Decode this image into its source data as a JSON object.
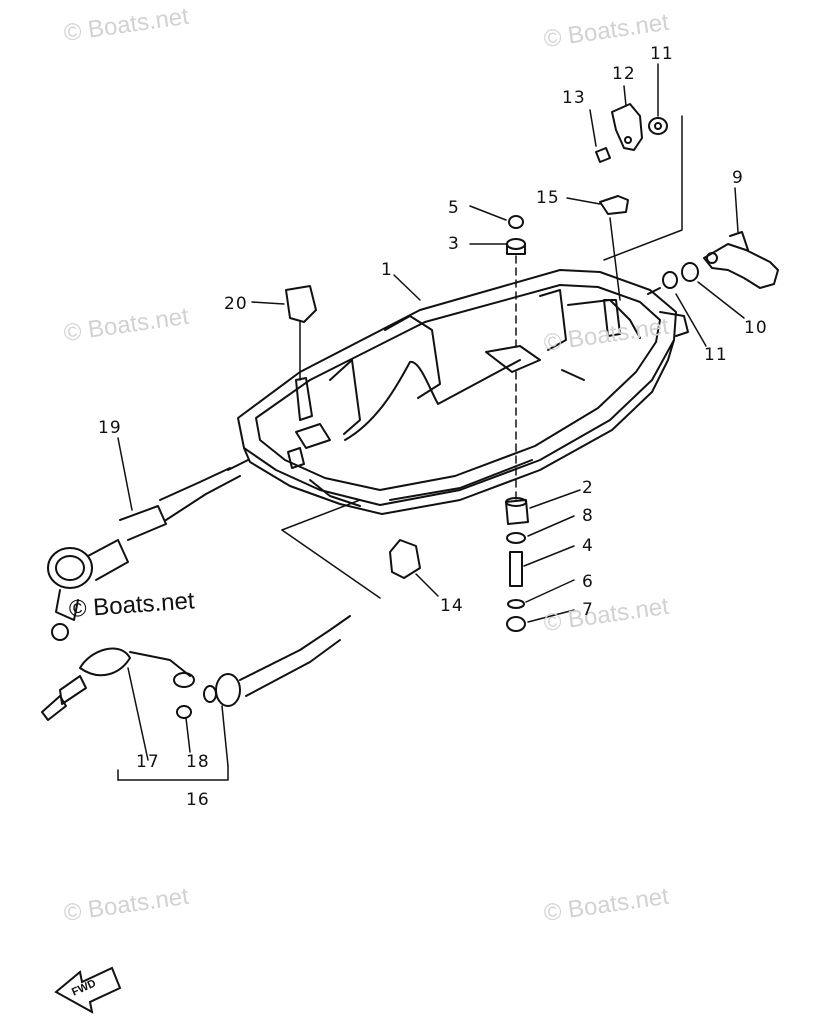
{
  "watermark": "© Boats.net",
  "fwd_label": "FWD",
  "callouts": {
    "c1": "1",
    "c2": "2",
    "c3": "3",
    "c4": "4",
    "c5": "5",
    "c6": "6",
    "c7": "7",
    "c8": "8",
    "c9": "9",
    "c10": "10",
    "c11a": "11",
    "c11b": "11",
    "c12": "12",
    "c13": "13",
    "c14": "14",
    "c15": "15",
    "c16": "16",
    "c17": "17",
    "c18": "18",
    "c19": "19",
    "c20": "20"
  }
}
